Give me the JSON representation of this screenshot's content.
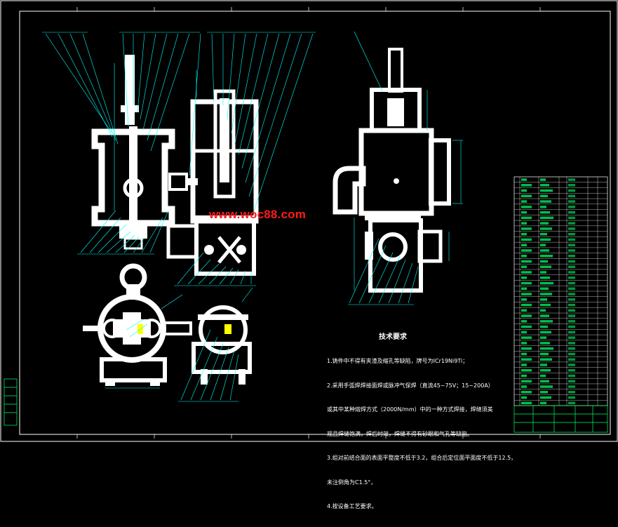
{
  "watermark": "www.woc88.com",
  "technical_requirements": {
    "title": "技术要求",
    "lines": [
      "1.铸件中不得有夹渣及缩孔等缺陷，牌号为ICr19Ni9Ti；",
      "2.采用手弧焊焊接面焊或脉冲气保焊（直流45~75V；15~200A）",
      "或其中某种熔焊方式（2000N/mm）中的一种方式焊接，焊缝须美",
      "观且焊缝饱满，焊后时效，焊缝不得有砂眼和气孔等缺陷。",
      "3.组对前结合面的表面平整度不低于3.2，组合后定位面平面度不低于12.5，",
      "未注倒角为C1.5°，",
      "4.按设备工艺要求。"
    ]
  },
  "colors": {
    "background": "#000000",
    "frame": "#ffffff",
    "dimension": "#00ffff",
    "part": "#ffffff",
    "accent": "#ffff00",
    "watermark": "#ff1a1a"
  }
}
